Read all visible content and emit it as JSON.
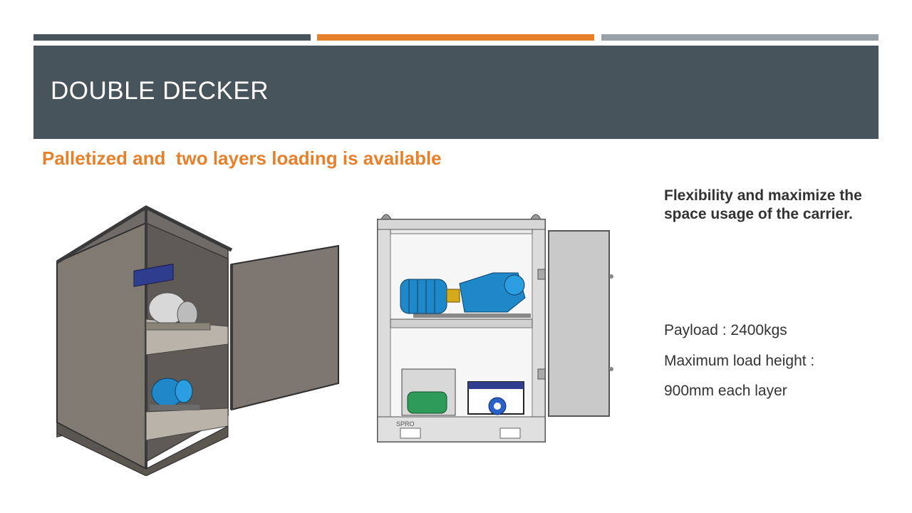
{
  "slide": {
    "title": "DOUBLE DECKER",
    "subtitle": "Palletized and  two layers loading is available",
    "feature_text": "Flexibility and maximize the space usage of the carrier.",
    "specs": [
      "Payload : 2400kgs",
      "Maximum load height :",
      "900mm each layer"
    ],
    "container_label": "SPRO"
  },
  "colors": {
    "header_bg": "#48545c",
    "accent_orange": "#e6802a",
    "accent_gray": "#99a1a8",
    "pump_blue": "#1e88c8"
  }
}
